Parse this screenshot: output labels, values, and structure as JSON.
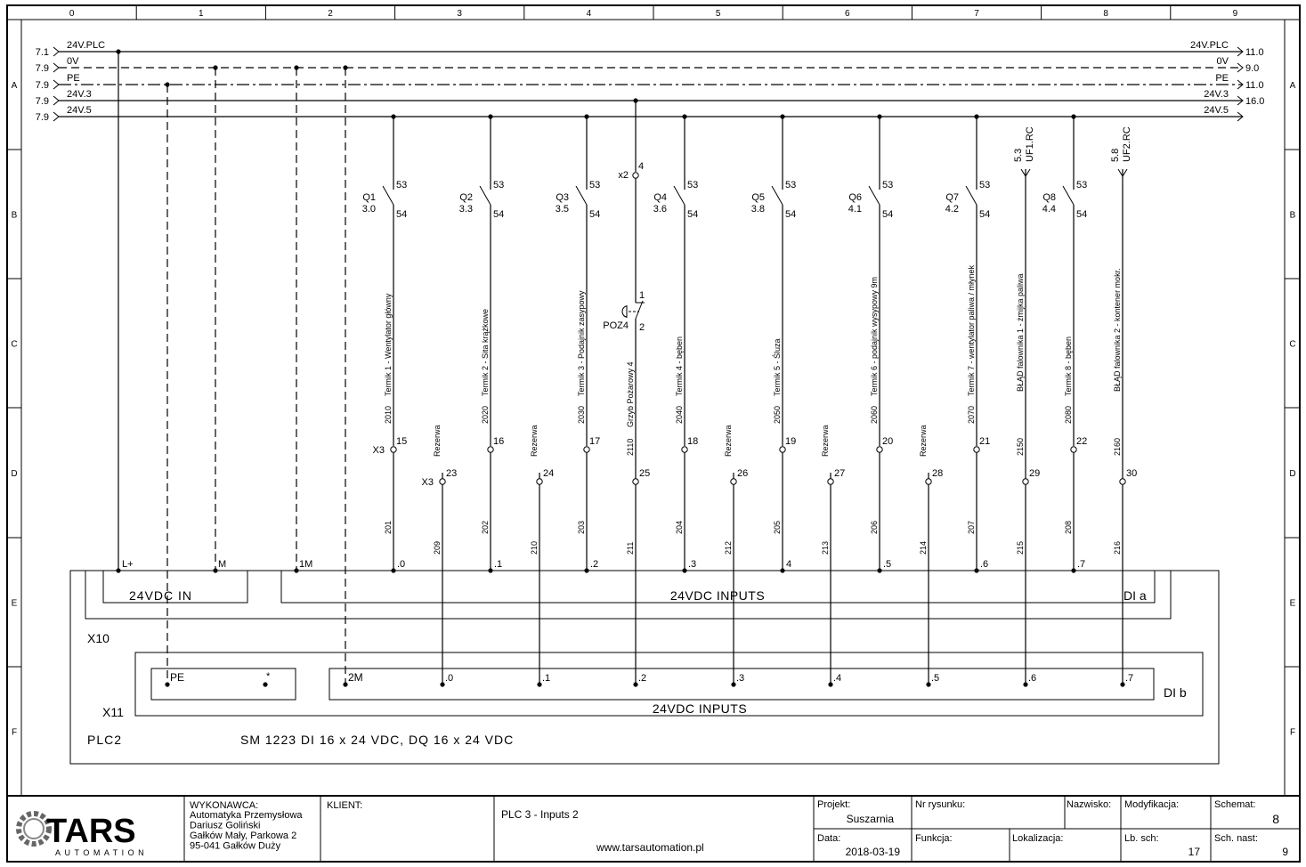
{
  "frame": {
    "columns": [
      "0",
      "1",
      "2",
      "3",
      "4",
      "5",
      "6",
      "7",
      "8",
      "9"
    ],
    "rows": [
      "A",
      "B",
      "C",
      "D",
      "E",
      "F"
    ]
  },
  "buses": [
    {
      "name": "24V.PLC",
      "from": "7.1",
      "to": "11.0",
      "style": "solid"
    },
    {
      "name": "0V",
      "from": "7.9",
      "to": "9.0",
      "style": "dashed"
    },
    {
      "name": "PE",
      "from": "7.9",
      "to": "11.0",
      "style": "dash-dot"
    },
    {
      "name": "24V.3",
      "from": "7.9",
      "to": "16.0",
      "style": "solid"
    },
    {
      "name": "24V.5",
      "from": "7.9",
      "to": "",
      "style": "solid"
    }
  ],
  "thermal_inputs": [
    {
      "device": "Q1",
      "ref": "3.0",
      "contact_in": "53",
      "contact_out": "54",
      "description": "Termik 1 - Wentylator główny",
      "wire_upper": "2010",
      "terminal_strip": "X3",
      "terminal": "15",
      "wire_lower": "201",
      "plc_input": ".0"
    },
    {
      "device": "Q2",
      "ref": "3.3",
      "contact_in": "53",
      "contact_out": "54",
      "description": "Termik 2 - Sita krążkowe",
      "wire_upper": "2020",
      "terminal_strip": "",
      "terminal": "16",
      "wire_lower": "202",
      "plc_input": ".1"
    },
    {
      "device": "Q3",
      "ref": "3.5",
      "contact_in": "53",
      "contact_out": "54",
      "description": "Termik 3 - Podajnik zasypowy",
      "wire_upper": "2030",
      "terminal_strip": "",
      "terminal": "17",
      "wire_lower": "203",
      "plc_input": ".2"
    },
    {
      "device": "Q4",
      "ref": "3.6",
      "contact_in": "53",
      "contact_out": "54",
      "description": "Termik 4 - bęben",
      "wire_upper": "2040",
      "terminal_strip": "",
      "terminal": "18",
      "wire_lower": "204",
      "plc_input": ".3"
    },
    {
      "device": "Q5",
      "ref": "3.8",
      "contact_in": "53",
      "contact_out": "54",
      "description": "Termik 5 - Śluza",
      "wire_upper": "2050",
      "terminal_strip": "",
      "terminal": "19",
      "wire_lower": "205",
      "plc_input": "4"
    },
    {
      "device": "Q6",
      "ref": "4.1",
      "contact_in": "53",
      "contact_out": "54",
      "description": "Termik 6 - podajnik wysypowy 9m",
      "wire_upper": "2060",
      "terminal_strip": "",
      "terminal": "20",
      "wire_lower": "206",
      "plc_input": ".5"
    },
    {
      "device": "Q7",
      "ref": "4.2",
      "contact_in": "53",
      "contact_out": "54",
      "description": "Termik 7 - wentylator paliwa / młynek",
      "wire_upper": "2070",
      "terminal_strip": "",
      "terminal": "21",
      "wire_lower": "207",
      "plc_input": ".6"
    },
    {
      "device": "Q8",
      "ref": "4.4",
      "contact_in": "53",
      "contact_out": "54",
      "description": "Termik 8 - bęben",
      "wire_upper": "2080",
      "terminal_strip": "",
      "terminal": "22",
      "wire_lower": "208",
      "plc_input": ".7"
    }
  ],
  "secondary_inputs": [
    {
      "kind": "reserve",
      "description": "Rezerwa",
      "terminal_strip": "X3",
      "terminal": "23",
      "wire": "209",
      "plc_input": ".0"
    },
    {
      "kind": "reserve",
      "description": "Rezerwa",
      "terminal_strip": "",
      "terminal": "24",
      "wire": "210",
      "plc_input": ".1"
    },
    {
      "kind": "estop",
      "description": "Grzyb Pożarowy 4",
      "wire_upper": "2110",
      "terminal_strip": "",
      "terminal": "25",
      "wire": "211",
      "plc_input": ".2",
      "upper_strip": "x2",
      "upper_terminal": "4",
      "switch": "POZ4",
      "contact_in": "1",
      "contact_out": "2"
    },
    {
      "kind": "reserve",
      "description": "Rezerwa",
      "terminal_strip": "",
      "terminal": "26",
      "wire": "212",
      "plc_input": ".3"
    },
    {
      "kind": "reserve",
      "description": "Rezerwa",
      "terminal_strip": "",
      "terminal": "27",
      "wire": "213",
      "plc_input": ".4"
    },
    {
      "kind": "reserve",
      "description": "Rezerwa",
      "terminal_strip": "",
      "terminal": "28",
      "wire": "214",
      "plc_input": ".5"
    },
    {
      "kind": "signal",
      "description": "BŁĄD falownika 1 - żmijka paliwa",
      "wire_upper": "2150",
      "terminal_strip": "",
      "terminal": "29",
      "wire": "215",
      "plc_input": ".6",
      "ref": "5.3",
      "signal": "UF1.RC"
    },
    {
      "kind": "signal",
      "description": "BŁĄD falownika 2 - kontener mokr.",
      "wire_upper": "2160",
      "terminal_strip": "",
      "terminal": "30",
      "wire": "216",
      "plc_input": ".7",
      "ref": "5.8",
      "signal": "UF2.RC"
    }
  ],
  "module": {
    "power_block": "24VDC   IN",
    "lplus": "L+",
    "m": "M",
    "one_m": "1M",
    "inputs_a": "24VDC INPUTS",
    "di_a": "DI a",
    "x10": "X10",
    "x11": "X11",
    "pe": "PE",
    "star": "*",
    "two_m": "2M",
    "inputs_b": "24VDC INPUTS",
    "di_b": "DI b",
    "plc": "PLC2",
    "model": "SM 1223 DI 16 x 24 VDC, DQ 16 x 24 VDC"
  },
  "title_block": {
    "logo_main": "TARS",
    "logo_sub": "AUTOMATION",
    "contractor_label": "WYKONAWCA:",
    "contractor_lines": [
      "Automatyka Przemysłowa",
      "Dariusz Goliński",
      "Gałków Mały, Parkowa 2",
      "95-041 Gałków Duży"
    ],
    "client_label": "KLIENT:",
    "sheet_title": "PLC 3 - Inputs 2",
    "website": "www.tarsautomation.pl",
    "project_label": "Projekt:",
    "project": "Suszarnia",
    "drawing_no_label": "Nr rysunku:",
    "name_label": "Nazwisko:",
    "modification_label": "Modyfikacja:",
    "schema_label": "Schemat:",
    "schema": "8",
    "date_label": "Data:",
    "date": "2018-03-19",
    "function_label": "Funkcja:",
    "location_label": "Lokalizacja:",
    "sheet_count_label": "Lb. sch:",
    "sheet_count": "17",
    "next_sheet_label": "Sch. nast:",
    "next_sheet": "9"
  }
}
